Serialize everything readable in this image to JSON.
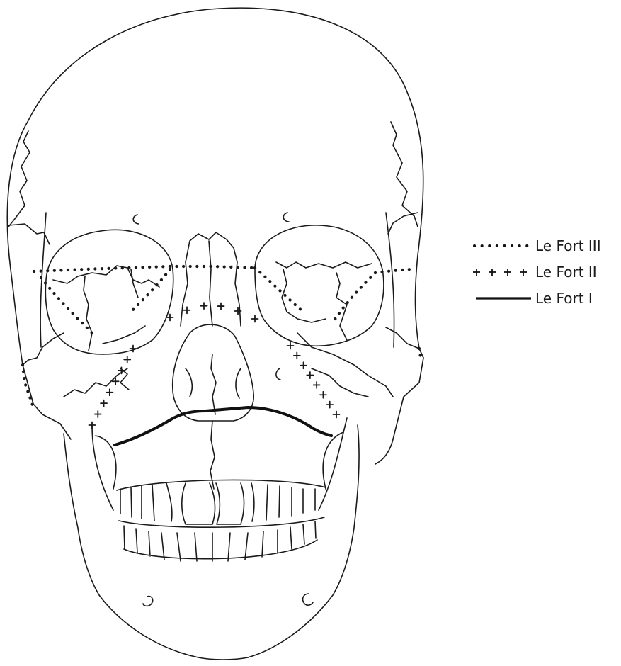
{
  "legend": {
    "items": [
      {
        "key": "dotted-line",
        "label": "Le Fort III"
      },
      {
        "key": "cross-line",
        "label": "Le Fort II"
      },
      {
        "key": "solid-line",
        "label": "Le Fort I"
      }
    ]
  },
  "colors": {
    "line": "#1a1a1a",
    "background": "#ffffff"
  }
}
